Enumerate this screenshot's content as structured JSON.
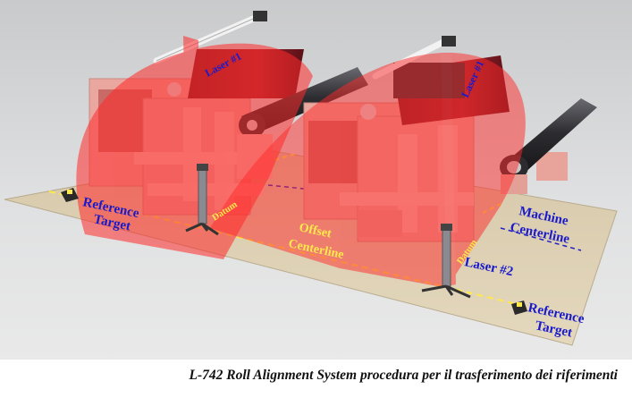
{
  "labels": {
    "laser1_a": "Laser #1",
    "laser1_b": "Laser #1",
    "laser2": "Laser #2",
    "datum_a": "Datum",
    "datum_b": "Datum",
    "ref_target_left_1": "Reference",
    "ref_target_left_2": "Target",
    "ref_target_right_1": "Reference",
    "ref_target_right_2": "Target",
    "offset_1": "Offset",
    "offset_2": "Centerline",
    "machine_1": "Machine",
    "machine_2": "Centerline"
  },
  "caption": "L-742 Roll Alignment System procedura per il trasferimento dei riferimenti",
  "colors": {
    "floor": "#ddd0b4",
    "frame": "#e9a79f",
    "roll": "#3a3a3e",
    "laser_plane": "#ff2a2a",
    "label_blue": "#1a1acb",
    "label_yellow": "#ffe94a",
    "offset_line": "#ffe94a",
    "machine_line": "#2020c0"
  }
}
